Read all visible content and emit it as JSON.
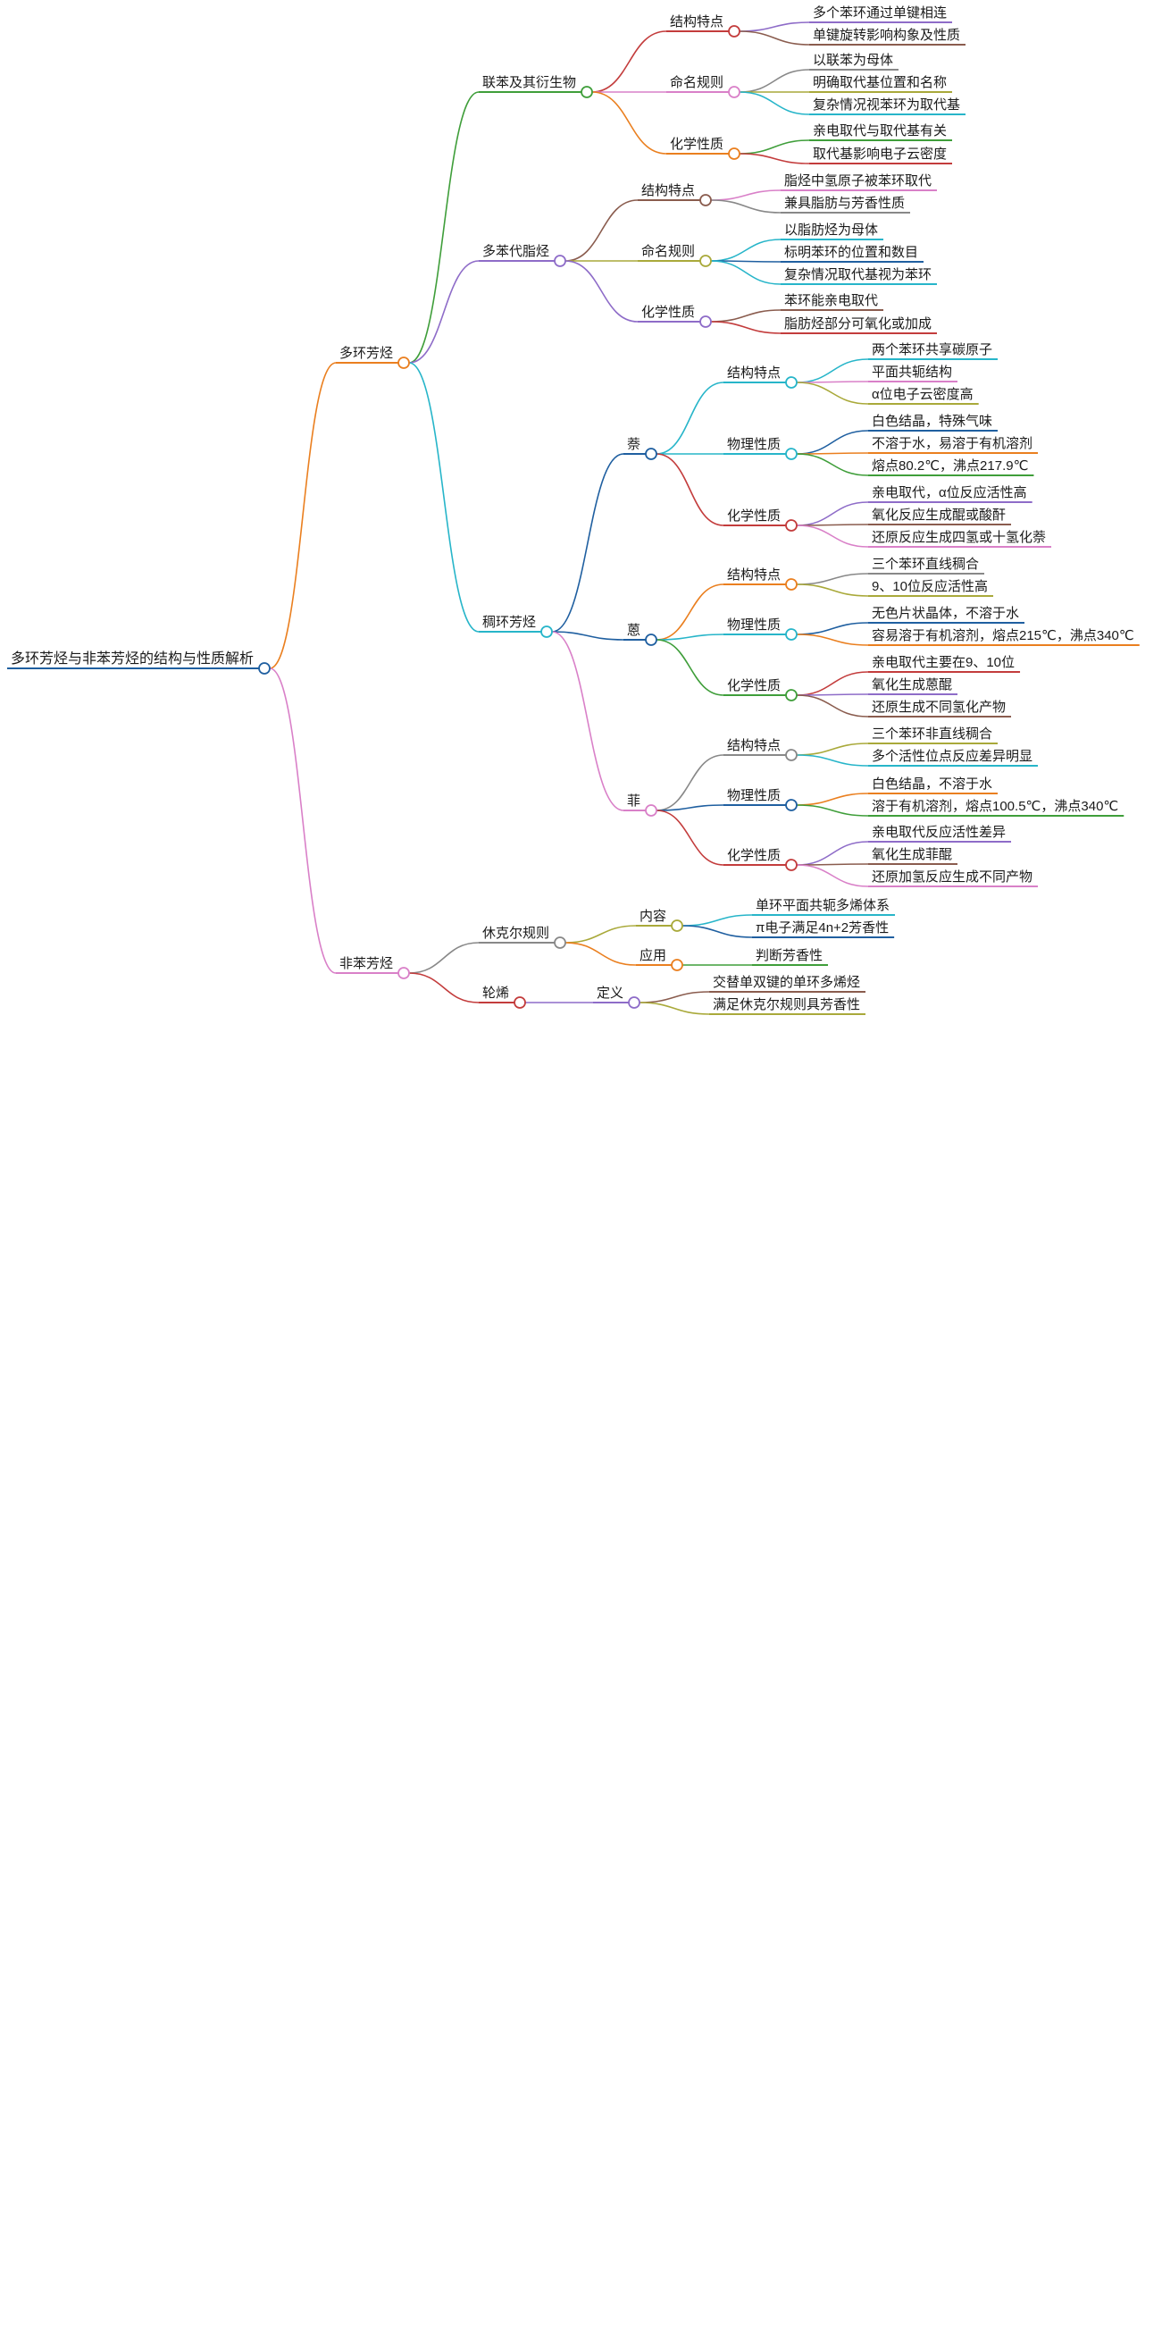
{
  "mindmap": {
    "root": {
      "label": "多环芳烃与非苯芳烃的结构与性质解析",
      "color": "#1f5fa0",
      "children": [
        {
          "label": "多环芳烃",
          "color": "#ea7f1f",
          "children": [
            {
              "label": "联苯及其衍生物",
              "color": "#3f9e3a",
              "children": [
                {
                  "label": "结构特点",
                  "color": "#c33c3c",
                  "children": [
                    {
                      "label": "多个苯环通过单键相连",
                      "color": "#8e6cc8"
                    },
                    {
                      "label": "单键旋转影响构象及性质",
                      "color": "#8a5c4e"
                    }
                  ]
                },
                {
                  "label": "命名规则",
                  "color": "#d980c8",
                  "children": [
                    {
                      "label": "以联苯为母体",
                      "color": "#888888"
                    },
                    {
                      "label": "明确取代基位置和名称",
                      "color": "#a9a93a"
                    },
                    {
                      "label": "复杂情况视苯环为取代基",
                      "color": "#27b5c9"
                    }
                  ]
                },
                {
                  "label": "化学性质",
                  "color": "#ea7f1f",
                  "children": [
                    {
                      "label": "亲电取代与取代基有关",
                      "color": "#3f9e3a"
                    },
                    {
                      "label": "取代基影响电子云密度",
                      "color": "#c33c3c"
                    }
                  ]
                }
              ]
            },
            {
              "label": "多苯代脂烃",
              "color": "#8e6cc8",
              "children": [
                {
                  "label": "结构特点",
                  "color": "#8a5c4e",
                  "children": [
                    {
                      "label": "脂烃中氢原子被苯环取代",
                      "color": "#d980c8"
                    },
                    {
                      "label": "兼具脂肪与芳香性质",
                      "color": "#888888"
                    }
                  ]
                },
                {
                  "label": "命名规则",
                  "color": "#a9a93a",
                  "children": [
                    {
                      "label": "以脂肪烃为母体",
                      "color": "#27b5c9"
                    },
                    {
                      "label": "标明苯环的位置和数目",
                      "color": "#1f5fa0"
                    },
                    {
                      "label": "复杂情况取代基视为苯环",
                      "color": "#27b5c9"
                    }
                  ]
                },
                {
                  "label": "化学性质",
                  "color": "#8e6cc8",
                  "children": [
                    {
                      "label": "苯环能亲电取代",
                      "color": "#8a5c4e"
                    },
                    {
                      "label": "脂肪烃部分可氧化或加成",
                      "color": "#c33c3c"
                    }
                  ]
                }
              ]
            },
            {
              "label": "稠环芳烃",
              "color": "#27b5c9",
              "children": [
                {
                  "label": "萘",
                  "color": "#1f5fa0",
                  "children": [
                    {
                      "label": "结构特点",
                      "color": "#27b5c9",
                      "children": [
                        {
                          "label": "两个苯环共享碳原子",
                          "color": "#27b5c9"
                        },
                        {
                          "label": "平面共轭结构",
                          "color": "#d980c8"
                        },
                        {
                          "label": "α位电子云密度高",
                          "color": "#a9a93a"
                        }
                      ]
                    },
                    {
                      "label": "物理性质",
                      "color": "#27b5c9",
                      "children": [
                        {
                          "label": "白色结晶，特殊气味",
                          "color": "#1f5fa0"
                        },
                        {
                          "label": "不溶于水，易溶于有机溶剂",
                          "color": "#ea7f1f"
                        },
                        {
                          "label": "熔点80.2℃，沸点217.9℃",
                          "color": "#3f9e3a"
                        }
                      ]
                    },
                    {
                      "label": "化学性质",
                      "color": "#c33c3c",
                      "children": [
                        {
                          "label": "亲电取代，α位反应活性高",
                          "color": "#8e6cc8"
                        },
                        {
                          "label": "氧化反应生成醌或酸酐",
                          "color": "#8a5c4e"
                        },
                        {
                          "label": "还原反应生成四氢或十氢化萘",
                          "color": "#d980c8"
                        }
                      ]
                    }
                  ]
                },
                {
                  "label": "蒽",
                  "color": "#1f5fa0",
                  "children": [
                    {
                      "label": "结构特点",
                      "color": "#ea7f1f",
                      "children": [
                        {
                          "label": "三个苯环直线稠合",
                          "color": "#888888"
                        },
                        {
                          "label": "9、10位反应活性高",
                          "color": "#a9a93a"
                        }
                      ]
                    },
                    {
                      "label": "物理性质",
                      "color": "#27b5c9",
                      "children": [
                        {
                          "label": "无色片状晶体，不溶于水",
                          "color": "#1f5fa0"
                        },
                        {
                          "label": "容易溶于有机溶剂，熔点215℃，沸点340℃",
                          "color": "#ea7f1f"
                        }
                      ]
                    },
                    {
                      "label": "化学性质",
                      "color": "#3f9e3a",
                      "children": [
                        {
                          "label": "亲电取代主要在9、10位",
                          "color": "#c33c3c"
                        },
                        {
                          "label": "氧化生成蒽醌",
                          "color": "#8e6cc8"
                        },
                        {
                          "label": "还原生成不同氢化产物",
                          "color": "#8a5c4e"
                        }
                      ]
                    }
                  ]
                },
                {
                  "label": "菲",
                  "color": "#d980c8",
                  "children": [
                    {
                      "label": "结构特点",
                      "color": "#888888",
                      "children": [
                        {
                          "label": "三个苯环非直线稠合",
                          "color": "#a9a93a"
                        },
                        {
                          "label": "多个活性位点反应差异明显",
                          "color": "#27b5c9"
                        }
                      ]
                    },
                    {
                      "label": "物理性质",
                      "color": "#1f5fa0",
                      "children": [
                        {
                          "label": "白色结晶，不溶于水",
                          "color": "#ea7f1f"
                        },
                        {
                          "label": "溶于有机溶剂，熔点100.5℃，沸点340℃",
                          "color": "#3f9e3a"
                        }
                      ]
                    },
                    {
                      "label": "化学性质",
                      "color": "#c33c3c",
                      "children": [
                        {
                          "label": "亲电取代反应活性差异",
                          "color": "#8e6cc8"
                        },
                        {
                          "label": "氧化生成菲醌",
                          "color": "#8a5c4e"
                        },
                        {
                          "label": "还原加氢反应生成不同产物",
                          "color": "#d980c8"
                        }
                      ]
                    }
                  ]
                }
              ]
            }
          ]
        },
        {
          "label": "非苯芳烃",
          "color": "#d980c8",
          "children": [
            {
              "label": "休克尔规则",
              "color": "#888888",
              "children": [
                {
                  "label": "内容",
                  "color": "#a9a93a",
                  "children": [
                    {
                      "label": "单环平面共轭多烯体系",
                      "color": "#27b5c9"
                    },
                    {
                      "label": "π电子满足4n+2芳香性",
                      "color": "#1f5fa0"
                    }
                  ]
                },
                {
                  "label": "应用",
                  "color": "#ea7f1f",
                  "children": [
                    {
                      "label": "判断芳香性",
                      "color": "#3f9e3a"
                    }
                  ]
                }
              ]
            },
            {
              "label": "轮烯",
              "color": "#c33c3c",
              "children": [
                {
                  "label": "定义",
                  "color": "#8e6cc8",
                  "children": [
                    {
                      "label": "交替单双键的单环多烯烃",
                      "color": "#8a5c4e"
                    },
                    {
                      "label": "满足休克尔规则具芳香性",
                      "color": "#a9a93a"
                    }
                  ]
                }
              ]
            }
          ]
        }
      ]
    }
  }
}
